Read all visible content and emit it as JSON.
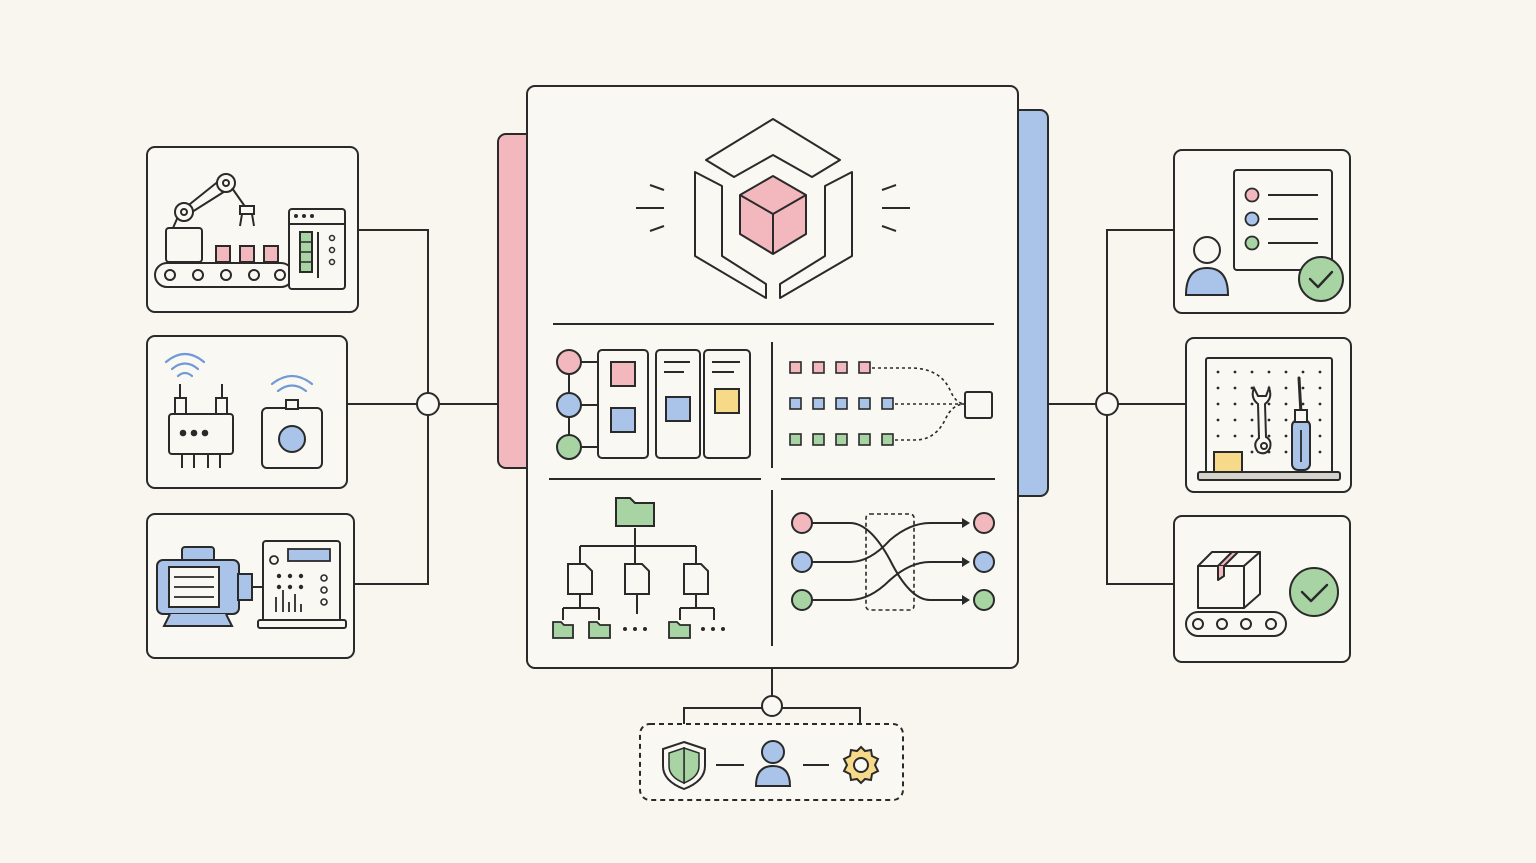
{
  "colors": {
    "background": "#f8f6ef",
    "stroke": "#2a2a2a",
    "panel_fill": "#f9f8f3",
    "pink": "#f2b8bd",
    "blue": "#a9c4e8",
    "green": "#a8d3a3",
    "yellow": "#f7d98a",
    "check_green": "#5d9e54"
  },
  "left_panels": [
    {
      "name": "robotic-assembly-line",
      "icons": [
        "robot-arm-icon",
        "conveyor-belt-icon",
        "control-cabinet-icon"
      ]
    },
    {
      "name": "wireless-sensors",
      "icons": [
        "wifi-icon",
        "wireless-gateway-icon",
        "wireless-sensor-icon"
      ]
    },
    {
      "name": "motor-and-controller",
      "icons": [
        "electric-motor-icon",
        "control-panel-icon"
      ]
    }
  ],
  "central_panel": {
    "core_icon": "cube-core-icon",
    "sections": [
      "kanban-data-cards",
      "data-queues-merge",
      "folder-hierarchy-tree",
      "stream-routing"
    ]
  },
  "right_panels": [
    {
      "name": "user-checklist-approved",
      "icons": [
        "checklist-icon",
        "user-icon",
        "check-badge-icon"
      ]
    },
    {
      "name": "tools-pegboard",
      "icons": [
        "wrench-icon",
        "screwdriver-icon"
      ]
    },
    {
      "name": "package-delivery-confirmed",
      "icons": [
        "package-icon",
        "conveyor-belt-icon",
        "check-badge-icon"
      ]
    }
  ],
  "bottom_bar": {
    "icons": [
      "shield-icon",
      "user-icon",
      "gear-icon"
    ]
  }
}
